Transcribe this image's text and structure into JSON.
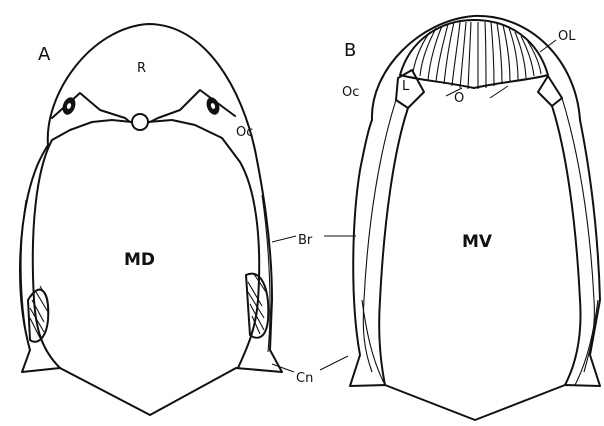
{
  "figure": {
    "panel_a": {
      "letter": "A",
      "labels": {
        "r": "R",
        "oc": "Oc",
        "md": "MD"
      }
    },
    "panel_b": {
      "letter": "B",
      "labels": {
        "oc": "Oc",
        "l": "L",
        "o": "O",
        "ol": "OL",
        "mv": "MV"
      }
    },
    "shared_labels": {
      "br": "Br",
      "cn": "Cn"
    }
  }
}
